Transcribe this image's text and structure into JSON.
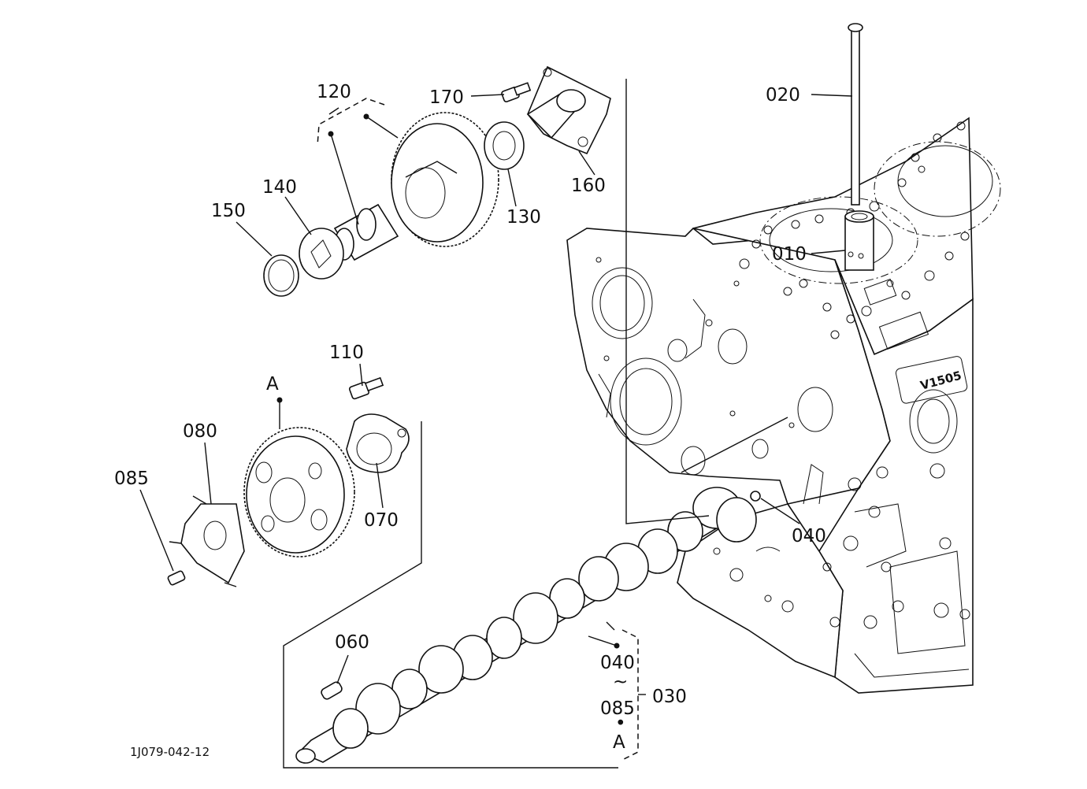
{
  "diagram_id": "1J079-042-12",
  "engine_mark": "V1505",
  "labels": {
    "p010": "010",
    "p020": "020",
    "p030": "030",
    "p040a": "040",
    "p040b": "040",
    "p060": "060",
    "p070": "070",
    "p080": "080",
    "p085a": "085",
    "p085b": "085",
    "p110": "110",
    "p120": "120",
    "p130": "130",
    "p140": "140",
    "p150": "150",
    "p160": "160",
    "p170": "170",
    "markA1": "A",
    "markA2": "A",
    "tilde": "~",
    "dot": "•"
  }
}
